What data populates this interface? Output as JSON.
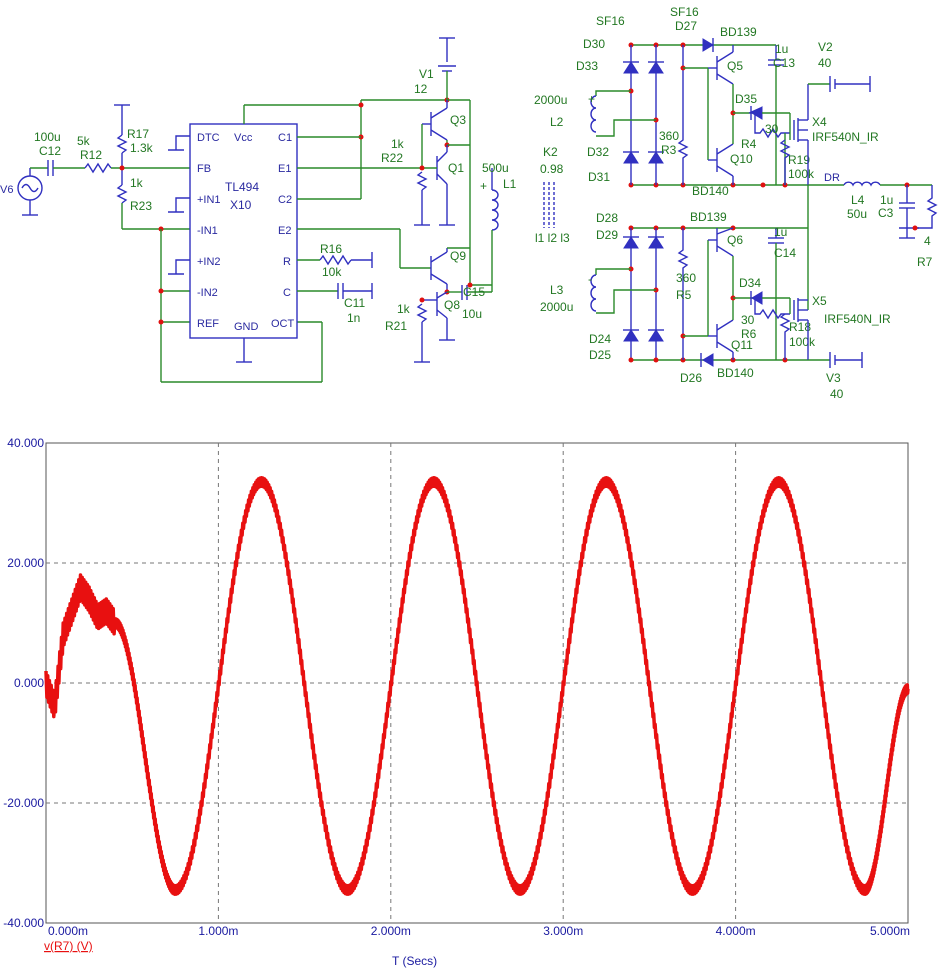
{
  "schematic": {
    "ic": {
      "name": "TL494",
      "ref": "X10",
      "pins_left": [
        "DTC",
        "FB",
        "+IN1",
        "-IN1",
        "+IN2",
        "-IN2",
        "REF"
      ],
      "pins_right": [
        "C1",
        "E1",
        "C2",
        "E2",
        "R",
        "C",
        "OCT"
      ],
      "pin_top": "Vcc",
      "pin_bottom": "GND"
    },
    "labels": {
      "V6": "V6",
      "C12": "C12",
      "C12v": "100u",
      "R12": "R12",
      "R12v": "5k",
      "R17": "R17",
      "R17v": "1.3k",
      "R23": "R23",
      "R23v": "1k",
      "V1": "V1",
      "V1v": "12",
      "Q3": "Q3",
      "Q1": "Q1",
      "R22": "R22",
      "R22v": "1k",
      "Q9": "Q9",
      "Q8": "Q8",
      "R21": "R21",
      "R21v": "1k",
      "R16": "R16",
      "R16v": "10k",
      "C11": "C11",
      "C11v": "1n",
      "L1": "L1",
      "L1v": "500u",
      "C15": "C15",
      "C15v": "10u",
      "K2": "K2",
      "K2v": "0.98",
      "K2coils": "l1 l2 l3",
      "L2": "L2",
      "L2v": "2000u",
      "L3": "L3",
      "L3v": "2000u",
      "SF16a": "SF16",
      "SF16b": "SF16",
      "D27": "D27",
      "D30": "D30",
      "D33": "D33",
      "D32": "D32",
      "D31": "D31",
      "R3": "R3",
      "R3v": "360",
      "BD139a": "BD139",
      "Q5": "Q5",
      "C13": "C13",
      "C13v": "1u",
      "D35": "D35",
      "R4": "R4",
      "R4v": "30",
      "Q10": "Q10",
      "BD140a": "BD140",
      "R19": "R19",
      "R19v": "100k",
      "X4": "X4",
      "X4t": "IRF540N_IR",
      "V2": "V2",
      "V2v": "40",
      "D28": "D28",
      "D29": "D29",
      "D24": "D24",
      "D25": "D25",
      "D26": "D26",
      "R5": "R5",
      "R5v": "360",
      "BD139b": "BD139",
      "Q6": "Q6",
      "C14": "C14",
      "C14v": "1u",
      "D34": "D34",
      "R6": "R6",
      "R6v": "30",
      "Q11": "Q11",
      "BD140b": "BD140",
      "R18": "R18",
      "R18v": "100k",
      "X5": "X5",
      "X5t": "IRF540N_IR",
      "V3": "V3",
      "V3v": "40",
      "DR": "DR",
      "L4": "L4",
      "L4v": "50u",
      "C3": "C3",
      "C3v": "1u",
      "R7": "R7",
      "R7v": "4"
    }
  },
  "chart_data": {
    "type": "line",
    "title": "",
    "xlabel": "T (Secs)",
    "ylabel": "",
    "series_label": "v(R7) (V)",
    "xlim": [
      0,
      0.005
    ],
    "ylim": [
      -40,
      40
    ],
    "xticks": [
      "0.000m",
      "1.000m",
      "2.000m",
      "3.000m",
      "4.000m",
      "5.000m"
    ],
    "yticks": [
      "40.000",
      "20.000",
      "0.000",
      "-20.000",
      "-40.000"
    ],
    "grid": true,
    "series": [
      {
        "name": "v(R7) (V)",
        "color": "#e81010",
        "description": "startup transient then 1 kHz sine, amplitude ~34.5 V",
        "points": [
          [
            0.0,
            0
          ],
          [
            5e-05,
            -4
          ],
          [
            0.0001,
            8
          ],
          [
            0.00015,
            12
          ],
          [
            0.0002,
            16
          ],
          [
            0.00025,
            14
          ],
          [
            0.0003,
            11
          ],
          [
            0.00035,
            12
          ],
          [
            0.0004,
            10
          ],
          [
            0.00075,
            -34.5
          ],
          [
            0.00125,
            33.5
          ],
          [
            0.00175,
            -34.5
          ],
          [
            0.00225,
            33.5
          ],
          [
            0.00275,
            -34.5
          ],
          [
            0.00325,
            33.5
          ],
          [
            0.00375,
            -34.5
          ],
          [
            0.00425,
            33.5
          ],
          [
            0.00475,
            -34.5
          ],
          [
            0.005,
            -1
          ]
        ]
      }
    ]
  }
}
